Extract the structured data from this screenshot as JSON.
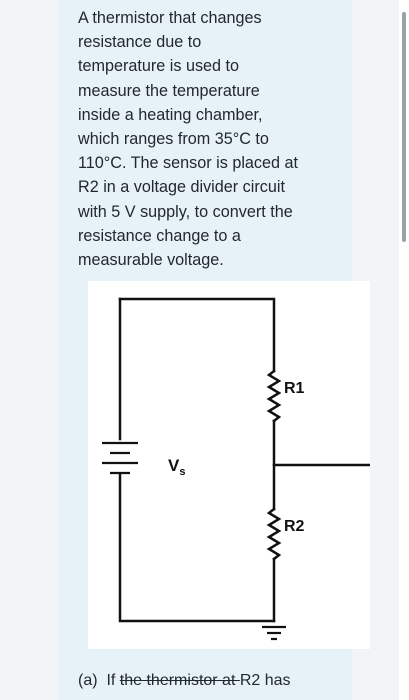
{
  "question": {
    "text": "A thermistor that changes\nresistance due to\ntemperature is used to\nmeasure the temperature\ninside a heating chamber,\nwhich ranges from 35°C to\n110°C. The sensor is placed at\nR2 in a voltage divider circuit\nwith 5 V supply, to convert the\nresistance change to a\nmeasurable voltage."
  },
  "circuit": {
    "r1_label": "R1",
    "r2_label": "R2",
    "source_label": "V",
    "source_subscript": "s"
  },
  "part_a": {
    "label": "(a)",
    "text_before": "If ",
    "text_struck": "the thermistor at ",
    "text_after": "R2 has"
  },
  "colors": {
    "card": "#e6f2f8",
    "text": "#23282d",
    "scroll_thumb": "#9aa2a8"
  }
}
